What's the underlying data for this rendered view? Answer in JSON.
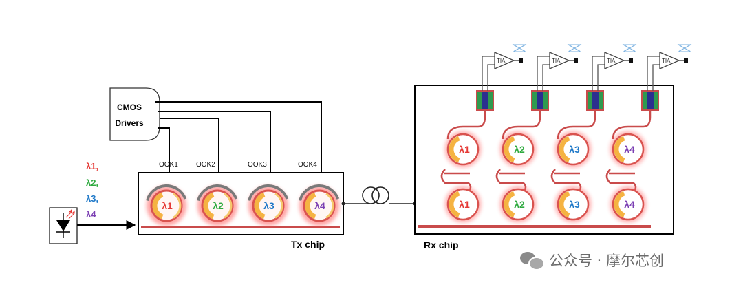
{
  "cmos": {
    "line1": "CMOS",
    "line2": "Drivers"
  },
  "ook": [
    "OOK1",
    "OOK2",
    "OOK3",
    "OOK4"
  ],
  "wavelength_list": [
    {
      "label": "λ1",
      "suffix": ",",
      "color": "#e53935"
    },
    {
      "label": "λ2",
      "suffix": ",",
      "color": "#2eaa3f"
    },
    {
      "label": "λ3",
      "suffix": ",",
      "color": "#1e78c8"
    },
    {
      "label": "λ4",
      "suffix": "",
      "color": "#7b3fb3"
    }
  ],
  "tx": {
    "title": "Tx chip",
    "rings": [
      {
        "label": "λ1",
        "color": "#e53935"
      },
      {
        "label": "λ2",
        "color": "#2eaa3f"
      },
      {
        "label": "λ3",
        "color": "#1e78c8"
      },
      {
        "label": "λ4",
        "color": "#7b3fb3"
      }
    ]
  },
  "rx": {
    "title": "Rx chip",
    "tia_label": "TIA",
    "columns": [
      {
        "label": "λ1",
        "color": "#e53935"
      },
      {
        "label": "λ2",
        "color": "#2eaa3f"
      },
      {
        "label": "λ3",
        "color": "#1e78c8"
      },
      {
        "label": "λ4",
        "color": "#7b3fb3"
      }
    ]
  },
  "colors": {
    "waveguide": "#c94b4b",
    "ring": "#d9534f",
    "heater": "#f5b342",
    "pd_green": "#2f9a4f",
    "pd_blue": "#2b2f8f"
  },
  "watermark": {
    "text": "公众号 · 摩尔芯创",
    "icon": "wechat-icon"
  }
}
